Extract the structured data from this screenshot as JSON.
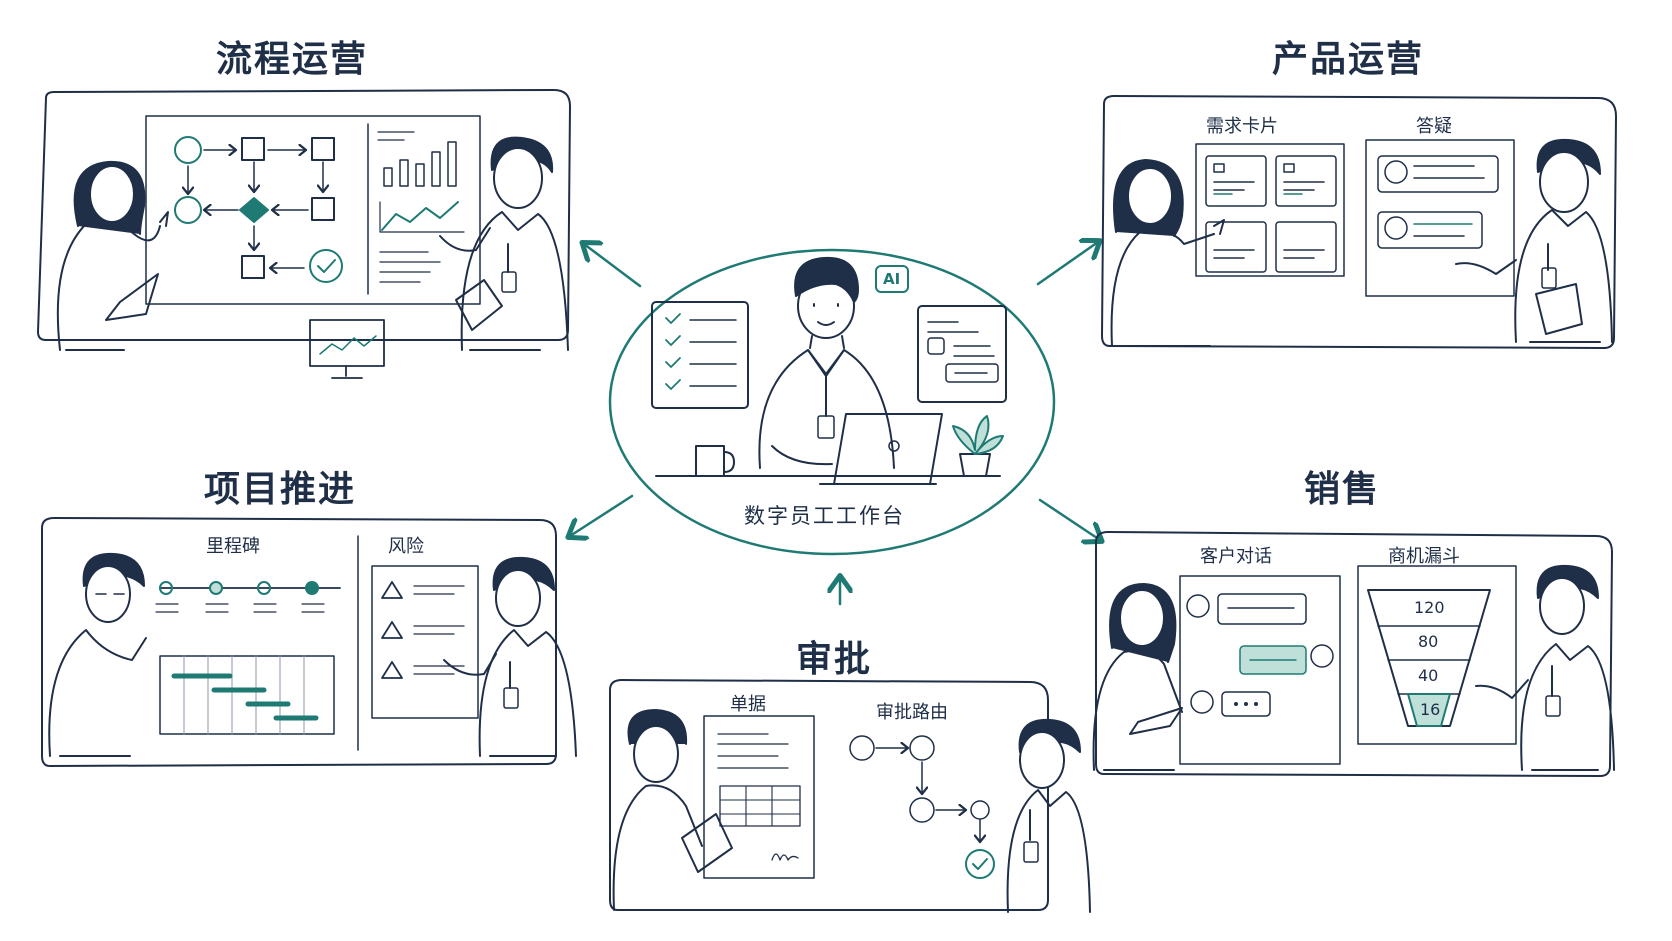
{
  "center": {
    "caption": "数字员工工作台",
    "badge": "AI"
  },
  "panels": {
    "process_ops": {
      "title": "流程运营"
    },
    "product_ops": {
      "title": "产品运营",
      "sub_left": "需求卡片",
      "sub_right": "答疑"
    },
    "project": {
      "title": "项目推进",
      "sub_left": "里程碑",
      "sub_right": "风险"
    },
    "sales": {
      "title": "销售",
      "sub_left": "客户对话",
      "sub_right": "商机漏斗",
      "funnel": [
        "120",
        "80",
        "40",
        "16"
      ]
    },
    "approval": {
      "title": "审批",
      "sub_left": "单据",
      "sub_right": "审批路由"
    }
  },
  "colors": {
    "ink": "#1f2f48",
    "teal": "#1f7a74",
    "teal_light": "#bfe0d8"
  }
}
